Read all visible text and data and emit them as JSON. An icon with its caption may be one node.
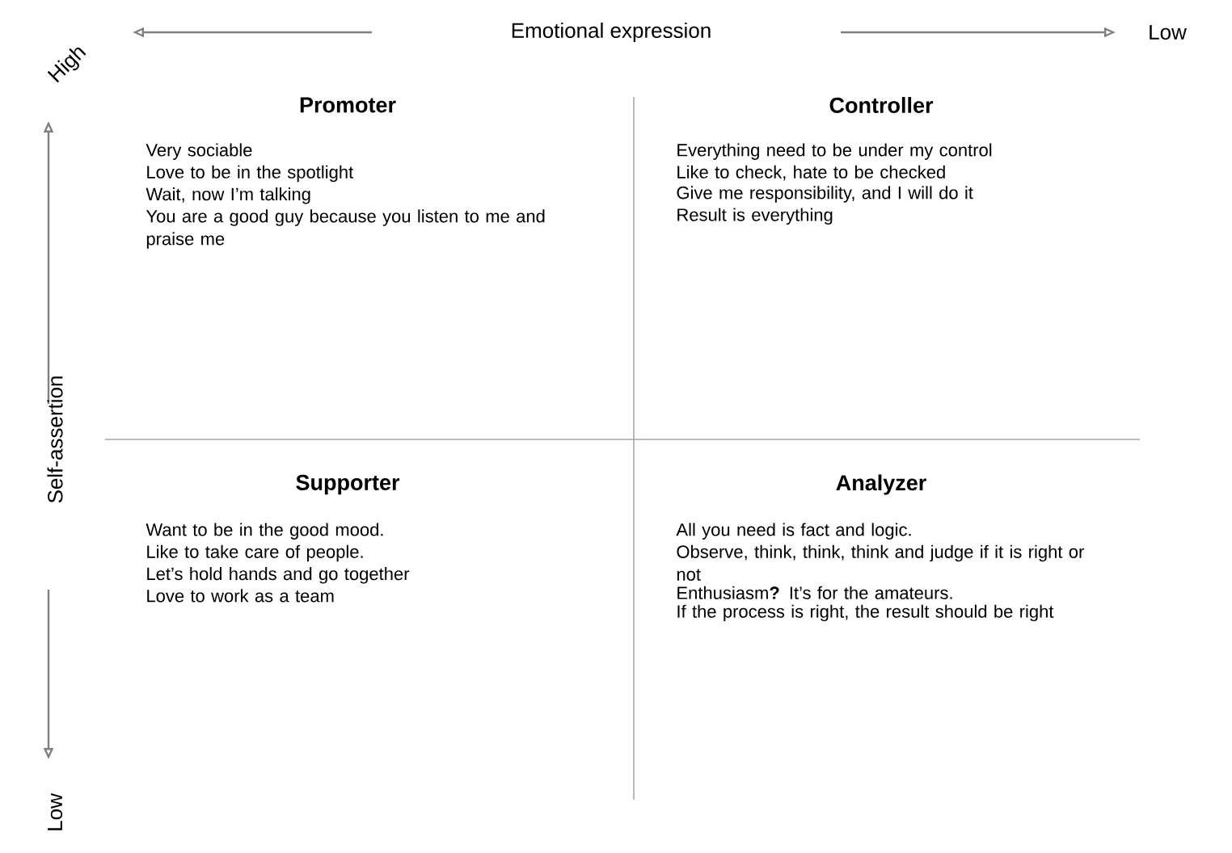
{
  "diagram": {
    "labels": [
      "High",
      "Emotional expression",
      "Low",
      "Self-assertion",
      "Low",
      "Promoter",
      "Very sociable",
      "Love to be in the spotlight",
      "Wait, now I’m talking",
      "You are a good guy because you listen to me and praise me",
      "Controller",
      "Everything need to be under my control",
      "Like to check, hate to be checked",
      "Give me responsibility, and I will do it",
      "Result is everything",
      "Supporter",
      "Want to be in the good mood.",
      "Like to take care of people.",
      "Let’s hold hands and go together",
      "Love to work as a team",
      "Analyzer",
      "All you need is fact and logic.",
      "Observe, think, think, think and judge if it is right or not",
      "Enthusiasm**?** It’s for the amateurs.",
      "If the process is right, the result should be right"
    ]
  }
}
